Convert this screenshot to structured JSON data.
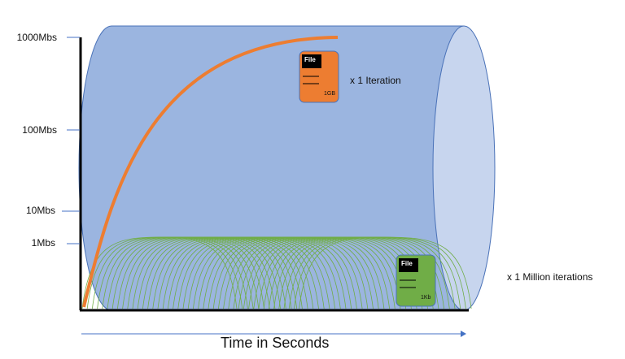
{
  "y_axis": {
    "ticks": [
      "1000Mbs",
      "100Mbs",
      "10Mbs",
      "1Mbs"
    ]
  },
  "x_axis": {
    "label": "Time in Seconds"
  },
  "large_file": {
    "header": "File",
    "size": "1GB",
    "caption": "x 1 Iteration",
    "color": "#ed7d31"
  },
  "small_file": {
    "header": "File",
    "size": "1Kb",
    "caption": "x 1 Million iterations",
    "color": "#70ad47"
  },
  "colors": {
    "pipe": "#9bb5e0",
    "pipe_end": "#c7d5ee",
    "pipe_stroke": "#4a72b8",
    "axis_arrow": "#4472c4"
  }
}
